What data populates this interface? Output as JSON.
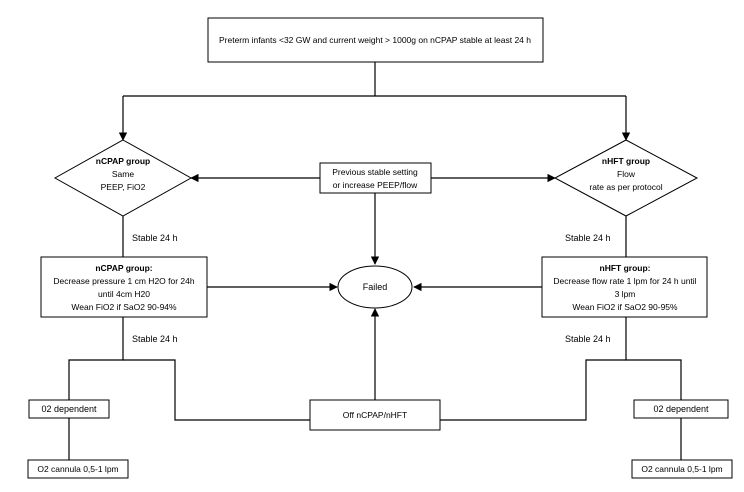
{
  "start_box": {
    "text": "Preterm infants <32 GW and current weight > 1000g on nCPAP stable at least 24 h"
  },
  "left_decision": {
    "title": "nCPAP group",
    "line1": "Same",
    "line2": "PEEP, FiO2"
  },
  "right_decision": {
    "title": "nHFT group",
    "line1": "Flow",
    "line2": "rate as per protocol"
  },
  "middle_box": {
    "line1": "Previous stable setting",
    "line2": "or increase PEEP/flow"
  },
  "stable_labels": {
    "left_top": "Stable 24 h",
    "right_top": "Stable 24 h",
    "left_bottom": "Stable 24 h",
    "right_bottom": "Stable 24 h"
  },
  "left_process": {
    "title": "nCPAP group:",
    "line1": "Decrease pressure 1 cm H2O  for 24h",
    "line2": "until 4cm H20",
    "line3": "Wean FiO2 if SaO2 90-94%"
  },
  "right_process": {
    "title": "nHFT group:",
    "line1": "Decrease flow rate 1 lpm for 24 h until",
    "line2": "3 lpm",
    "line3": "Wean FiO2 if SaO2 90-95%"
  },
  "failed_node": {
    "text": "Failed"
  },
  "off_box": {
    "text": "Off nCPAP/nHFT"
  },
  "left_o2_dependent": {
    "text": "02 dependent"
  },
  "right_o2_dependent": {
    "text": "02 dependent"
  },
  "left_cannula": {
    "text": "O2 cannula 0,5-1 lpm"
  },
  "right_cannula": {
    "text": "O2 cannula 0,5-1 lpm"
  }
}
